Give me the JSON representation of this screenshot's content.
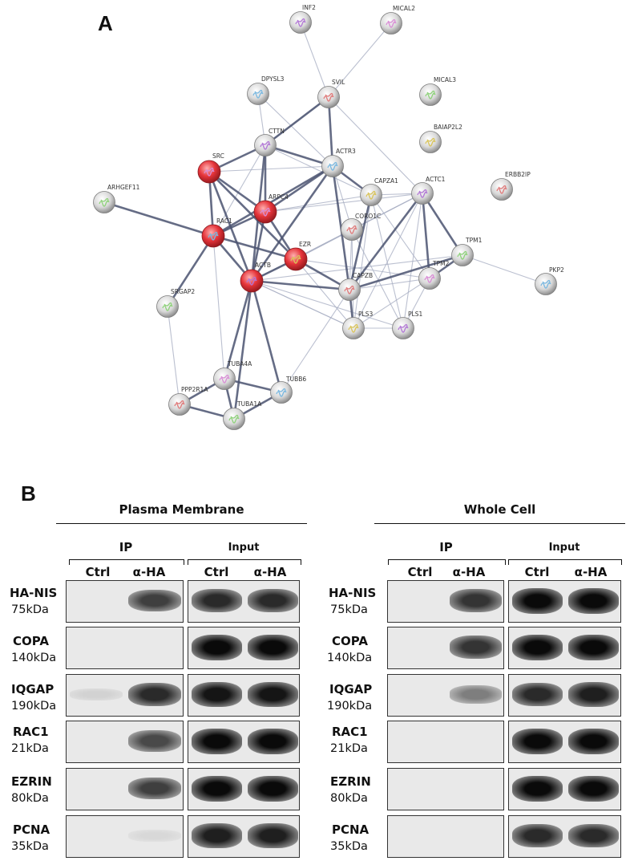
{
  "panel_a": {
    "letter": "A",
    "nodes": [
      {
        "id": "INF2",
        "color": "grey",
        "icon": "protein-structure"
      },
      {
        "id": "MICAL2",
        "color": "grey",
        "icon": "protein-structure"
      },
      {
        "id": "DPYSL3",
        "color": "grey",
        "icon": "protein-structure"
      },
      {
        "id": "SVIL",
        "color": "grey",
        "icon": "protein-structure"
      },
      {
        "id": "MICAL3",
        "color": "grey",
        "icon": "protein-structure"
      },
      {
        "id": "BAIAP2L2",
        "color": "grey",
        "icon": "protein-structure"
      },
      {
        "id": "CTTN",
        "color": "grey",
        "icon": "protein-structure"
      },
      {
        "id": "SRC",
        "color": "red",
        "icon": "protein-structure"
      },
      {
        "id": "ACTR3",
        "color": "grey",
        "icon": "protein-structure"
      },
      {
        "id": "ERBB2IP",
        "color": "grey",
        "icon": "protein-structure"
      },
      {
        "id": "ARHGEF11",
        "color": "grey",
        "icon": "protein-structure"
      },
      {
        "id": "CAPZA1",
        "color": "grey",
        "icon": "protein-structure"
      },
      {
        "id": "ACTC1",
        "color": "grey",
        "icon": "protein-structure"
      },
      {
        "id": "ARPC4",
        "color": "red",
        "icon": "protein-structure"
      },
      {
        "id": "RAC1",
        "color": "red",
        "icon": "protein-structure"
      },
      {
        "id": "CORO1C",
        "color": "grey",
        "icon": "protein-structure"
      },
      {
        "id": "TPM1",
        "color": "grey",
        "icon": "protein-structure"
      },
      {
        "id": "EZR",
        "color": "red",
        "icon": "protein-structure"
      },
      {
        "id": "ACTB",
        "color": "red",
        "icon": "protein-structure"
      },
      {
        "id": "TPM2",
        "color": "grey",
        "icon": "protein-structure"
      },
      {
        "id": "PKP2",
        "color": "grey",
        "icon": "protein-structure"
      },
      {
        "id": "CAPZB",
        "color": "grey",
        "icon": "protein-structure"
      },
      {
        "id": "SRGAP2",
        "color": "grey",
        "icon": "protein-structure"
      },
      {
        "id": "PLS3",
        "color": "grey",
        "icon": "protein-structure"
      },
      {
        "id": "PLS1",
        "color": "grey",
        "icon": "protein-structure"
      },
      {
        "id": "TUBA4A",
        "color": "grey",
        "icon": "protein-structure"
      },
      {
        "id": "TUBB6",
        "color": "grey",
        "icon": "protein-structure"
      },
      {
        "id": "PPP2R1A",
        "color": "grey",
        "icon": "protein-structure"
      },
      {
        "id": "TUBA1A",
        "color": "grey",
        "icon": "protein-structure"
      }
    ],
    "colors": {
      "red": "#e8393f",
      "grey": "#d4d4d4",
      "edge_dark": "#4a5270",
      "edge_light": "#aab0c4"
    }
  },
  "panel_b": {
    "letter": "B",
    "groups": [
      {
        "title": "Plasma Membrane",
        "sections": [
          {
            "label": "IP",
            "lanes": [
              "Ctrl",
              "α-HA"
            ]
          },
          {
            "label": "Input",
            "lanes": [
              "Ctrl",
              "α-HA"
            ]
          }
        ]
      },
      {
        "title": "Whole Cell",
        "sections": [
          {
            "label": "IP",
            "lanes": [
              "Ctrl",
              "α-HA"
            ]
          },
          {
            "label": "Input",
            "lanes": [
              "Ctrl",
              "α-HA"
            ]
          }
        ]
      }
    ],
    "rows": [
      {
        "protein": "HA-NIS",
        "kda": "75kDa"
      },
      {
        "protein": "COPA",
        "kda": "140kDa"
      },
      {
        "protein": "IQGAP",
        "kda": "190kDa"
      },
      {
        "protein": "RAC1",
        "kda": "21kDa"
      },
      {
        "protein": "EZRIN",
        "kda": "80kDa"
      },
      {
        "protein": "PCNA",
        "kda": "35kDa"
      }
    ],
    "band_intensity": {
      "plasma_membrane": {
        "ip": [
          [
            0,
            0.75
          ],
          [
            0,
            0
          ],
          [
            0.05,
            0.85
          ],
          [
            0,
            0.7
          ],
          [
            0,
            0.75
          ],
          [
            0,
            0.02
          ]
        ],
        "input": [
          [
            0.85,
            0.85
          ],
          [
            1,
            1
          ],
          [
            0.95,
            0.95
          ],
          [
            1,
            1
          ],
          [
            1,
            1
          ],
          [
            0.9,
            0.9
          ]
        ]
      },
      "whole_cell": {
        "ip": [
          [
            0,
            0.8
          ],
          [
            0,
            0.8
          ],
          [
            0,
            0.45
          ],
          [
            0,
            0
          ],
          [
            0,
            0
          ],
          [
            0,
            0
          ]
        ],
        "input": [
          [
            1,
            1
          ],
          [
            1,
            1
          ],
          [
            0.85,
            0.9
          ],
          [
            1,
            1
          ],
          [
            1,
            1
          ],
          [
            0.85,
            0.85
          ]
        ]
      }
    }
  }
}
